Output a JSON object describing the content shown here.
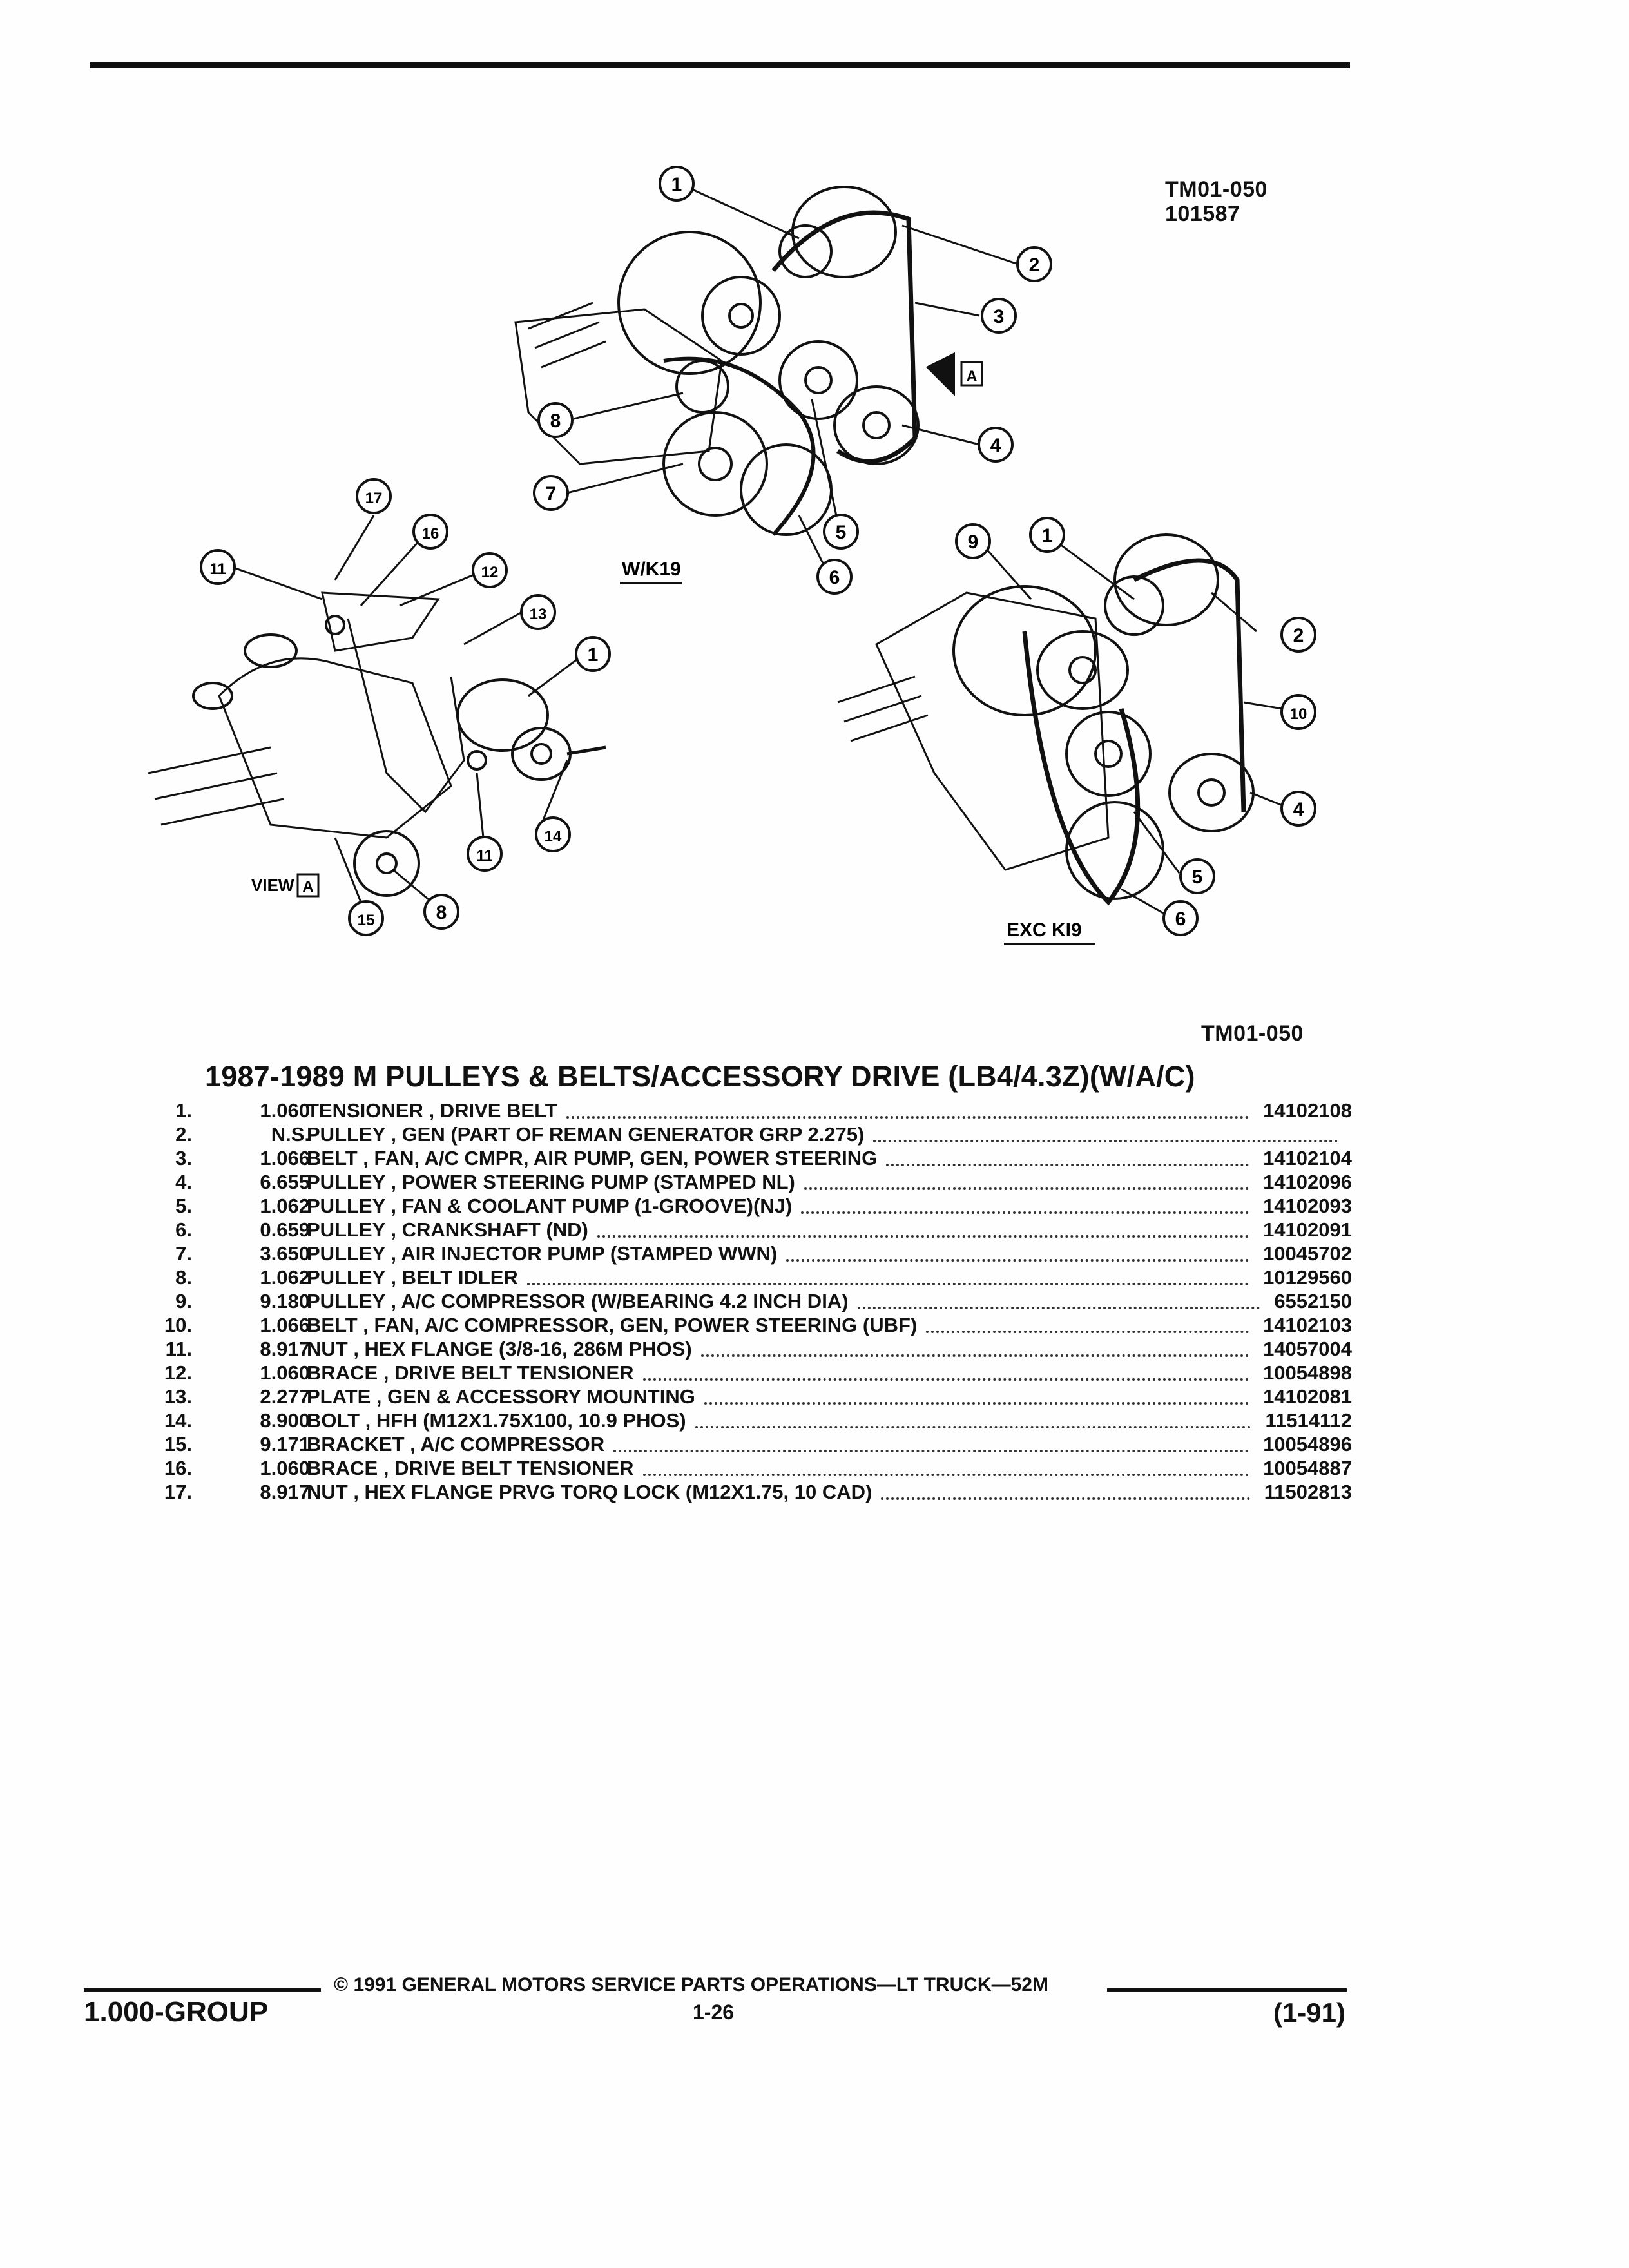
{
  "figure": {
    "code_top": "TM01-050",
    "code_date": "101587",
    "code_bottom": "TM01-050",
    "label_wk19": "W/K19",
    "label_exc": "EXC KI9",
    "label_view": "VIEW",
    "label_view_letter": "A",
    "callouts": [
      "1",
      "2",
      "3",
      "4",
      "5",
      "6",
      "7",
      "8",
      "9",
      "10",
      "11",
      "12",
      "13",
      "14",
      "15",
      "16",
      "17"
    ]
  },
  "title": "1987-1989 M PULLEYS & BELTS/ACCESSORY DRIVE (LB4/4.3Z)(W/A/C)",
  "parts": [
    {
      "num": "1.",
      "group": "1.060",
      "desc": "TENSIONER , DRIVE BELT",
      "part_no": "14102108"
    },
    {
      "num": "2.",
      "group": "N.S.",
      "desc": "PULLEY , GEN (PART OF REMAN GENERATOR GRP 2.275)",
      "part_no": ""
    },
    {
      "num": "3.",
      "group": "1.066",
      "desc": "BELT , FAN, A/C CMPR, AIR PUMP, GEN, POWER STEERING",
      "part_no": "14102104"
    },
    {
      "num": "4.",
      "group": "6.655",
      "desc": "PULLEY , POWER STEERING PUMP (STAMPED NL)",
      "part_no": "14102096"
    },
    {
      "num": "5.",
      "group": "1.062",
      "desc": "PULLEY , FAN & COOLANT PUMP (1-GROOVE)(NJ)",
      "part_no": "14102093"
    },
    {
      "num": "6.",
      "group": "0.659",
      "desc": "PULLEY , CRANKSHAFT (ND)",
      "part_no": "14102091"
    },
    {
      "num": "7.",
      "group": "3.650",
      "desc": "PULLEY , AIR INJECTOR PUMP (STAMPED WWN)",
      "part_no": "10045702"
    },
    {
      "num": "8.",
      "group": "1.062",
      "desc": "PULLEY , BELT IDLER",
      "part_no": "10129560"
    },
    {
      "num": "9.",
      "group": "9.180",
      "desc": "PULLEY , A/C COMPRESSOR (W/BEARING 4.2 INCH DIA)",
      "part_no": "6552150"
    },
    {
      "num": "10.",
      "group": "1.066",
      "desc": "BELT , FAN, A/C COMPRESSOR, GEN, POWER STEERING (UBF)",
      "part_no": "14102103"
    },
    {
      "num": "11.",
      "group": "8.917",
      "desc": "NUT , HEX FLANGE (3/8-16, 286M PHOS)",
      "part_no": "14057004"
    },
    {
      "num": "12.",
      "group": "1.060",
      "desc": "BRACE , DRIVE BELT TENSIONER",
      "part_no": "10054898"
    },
    {
      "num": "13.",
      "group": "2.277",
      "desc": "PLATE , GEN & ACCESSORY MOUNTING",
      "part_no": "14102081"
    },
    {
      "num": "14.",
      "group": "8.900",
      "desc": "BOLT , HFH (M12X1.75X100, 10.9 PHOS)",
      "part_no": "11514112"
    },
    {
      "num": "15.",
      "group": "9.171",
      "desc": "BRACKET , A/C COMPRESSOR",
      "part_no": "10054896"
    },
    {
      "num": "16.",
      "group": "1.060",
      "desc": "BRACE , DRIVE BELT TENSIONER",
      "part_no": "10054887"
    },
    {
      "num": "17.",
      "group": "8.917",
      "desc": "NUT , HEX FLANGE PRVG TORQ LOCK (M12X1.75, 10 CAD)",
      "part_no": "11502813"
    }
  ],
  "footer": {
    "copyright": "© 1991 GENERAL MOTORS SERVICE PARTS OPERATIONS—LT TRUCK—52M",
    "group": "1.000-GROUP",
    "page": "1-26",
    "date": "(1-91)"
  }
}
